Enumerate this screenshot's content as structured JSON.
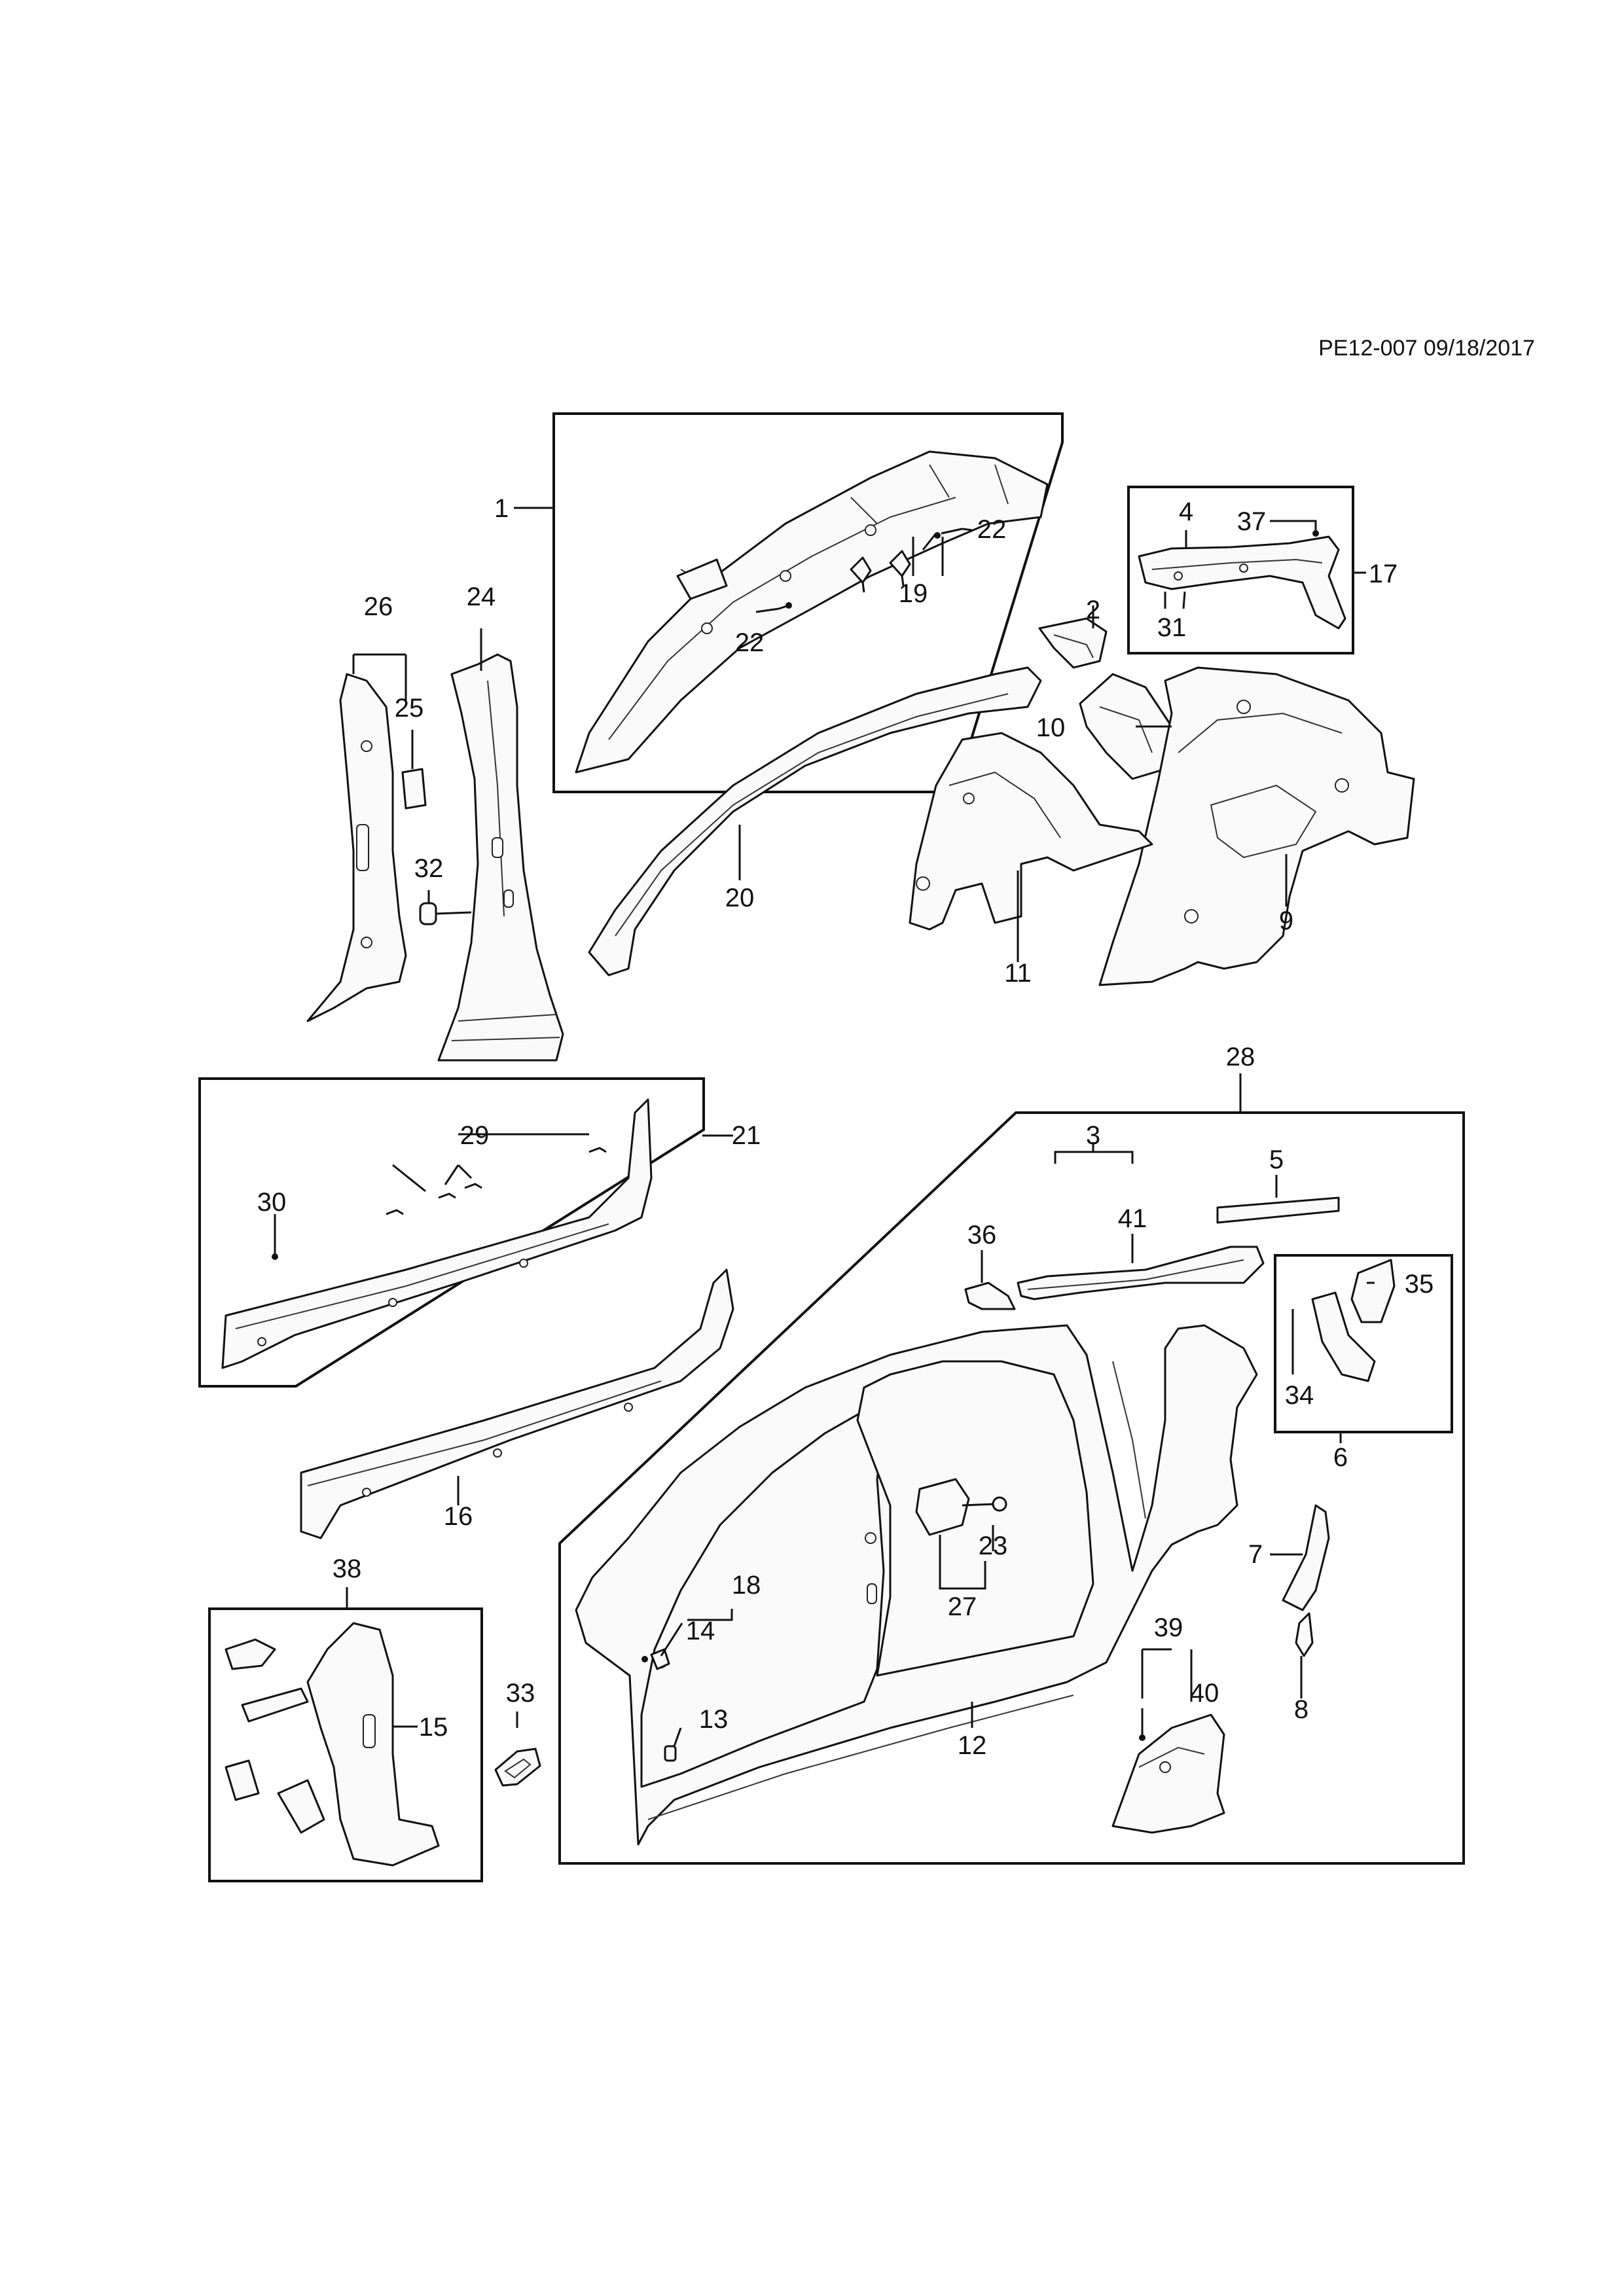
{
  "header": {
    "ref": "PE12-007 09/18/2017"
  },
  "callouts": {
    "c1": "1",
    "c2": "2",
    "c3": "3",
    "c4": "4",
    "c5": "5",
    "c6": "6",
    "c7": "7",
    "c8": "8",
    "c9": "9",
    "c10": "10",
    "c11": "11",
    "c12": "12",
    "c13": "13",
    "c14": "14",
    "c15": "15",
    "c16": "16",
    "c17": "17",
    "c18": "18",
    "c19": "19",
    "c20": "20",
    "c21": "21",
    "c22a": "22",
    "c22b": "22",
    "c23": "23",
    "c24": "24",
    "c25": "25",
    "c26": "26",
    "c27": "27",
    "c28": "28",
    "c29": "29",
    "c30": "30",
    "c31": "31",
    "c32": "32",
    "c33": "33",
    "c34": "34",
    "c35": "35",
    "c36": "36",
    "c37": "37",
    "c38": "38",
    "c39": "39",
    "c40": "40",
    "c41": "41"
  }
}
